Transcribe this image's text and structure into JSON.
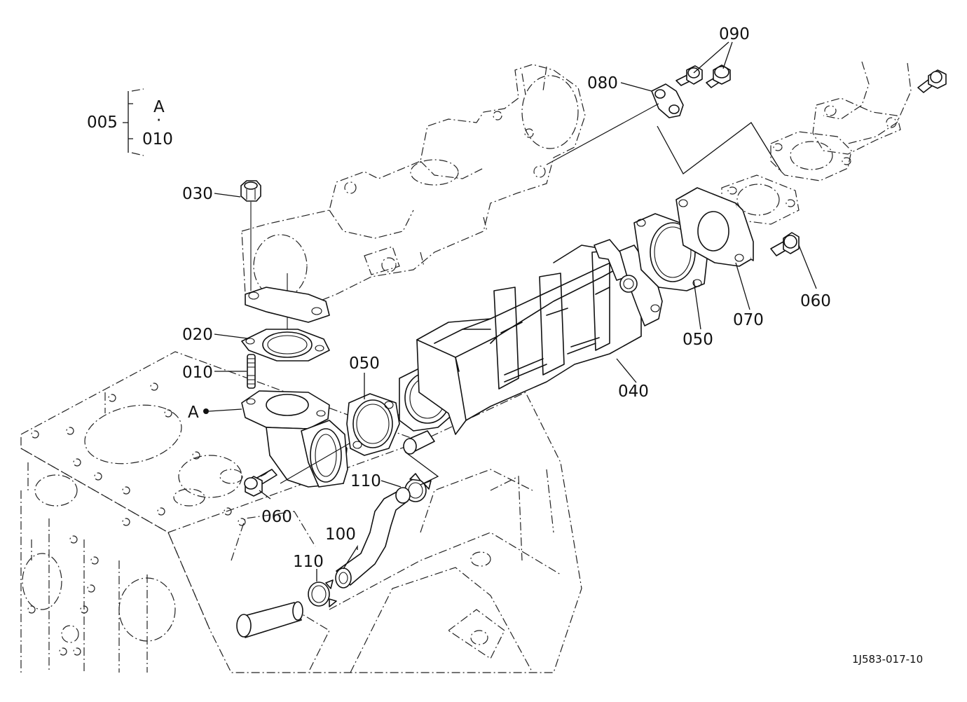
{
  "diagram": {
    "group_label": "005",
    "group_range": {
      "from": "A",
      "separator": "·",
      "to": "010"
    },
    "reference_point_label": "A",
    "callouts": {
      "c005": "005",
      "c010": "010",
      "c020": "020",
      "c030": "030",
      "c040": "040",
      "c050_left": "050",
      "c050_right": "050",
      "c060_left": "060",
      "c060_right": "060",
      "c070": "070",
      "c080": "080",
      "c090": "090",
      "c100": "100",
      "c110_top": "110",
      "c110_bottom": "110"
    },
    "drawing_number": "1J583-017-10"
  }
}
